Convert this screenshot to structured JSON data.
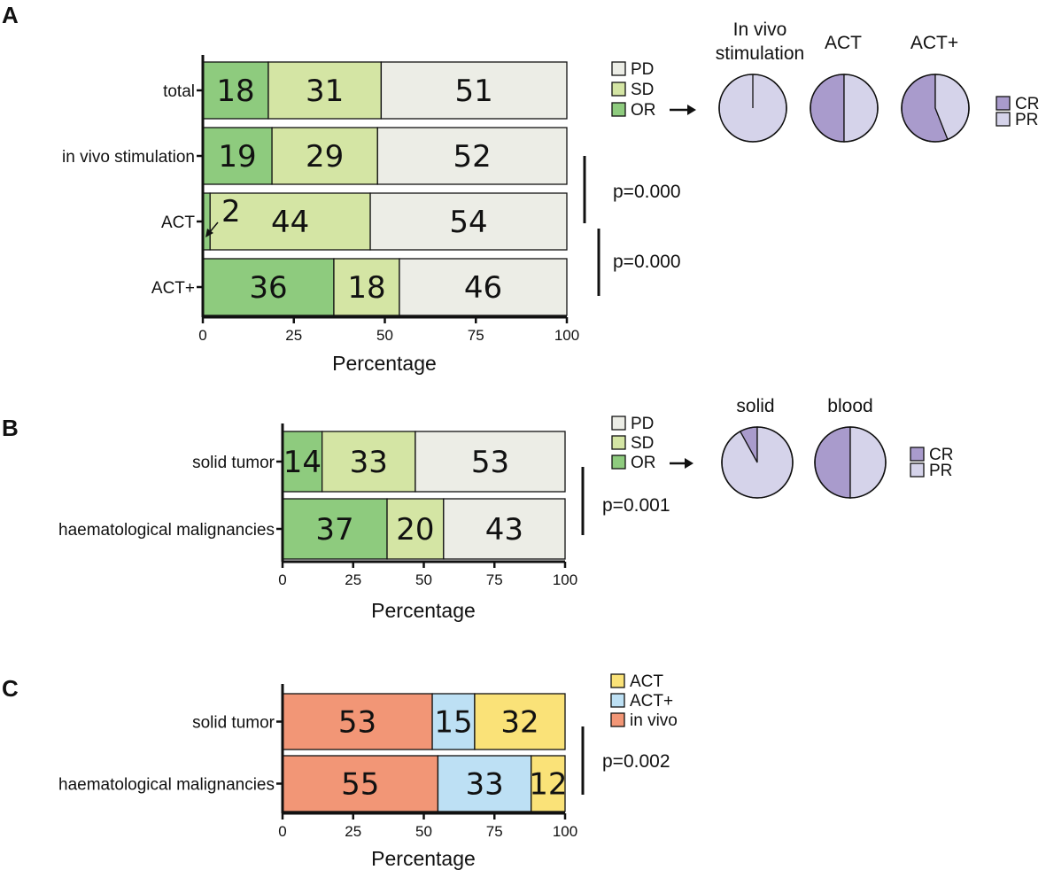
{
  "panels": {
    "A": {
      "letter": "A",
      "xlabel": "Percentage",
      "ticks": [
        "0",
        "25",
        "50",
        "75",
        "100"
      ],
      "pvalues": [
        "p=0.000",
        "p=0.000"
      ],
      "legend": [
        "PD",
        "SD",
        "OR"
      ],
      "pie_legend": [
        "CR",
        "PR"
      ],
      "pie_titles": [
        "In vivo",
        "stimulation",
        "ACT",
        "ACT+"
      ],
      "callout_value": "2"
    },
    "B": {
      "letter": "B",
      "xlabel": "Percentage",
      "ticks": [
        "0",
        "25",
        "50",
        "75",
        "100"
      ],
      "pvalues": [
        "p=0.001"
      ],
      "legend": [
        "PD",
        "SD",
        "OR"
      ],
      "pie_legend": [
        "CR",
        "PR"
      ],
      "pie_titles": [
        "solid",
        "blood"
      ]
    },
    "C": {
      "letter": "C",
      "xlabel": "Percentage",
      "ticks": [
        "0",
        "25",
        "50",
        "75",
        "100"
      ],
      "pvalues": [
        "p=0.002"
      ],
      "legend": [
        "ACT",
        "ACT+",
        "in vivo"
      ]
    }
  },
  "chart_data": [
    {
      "type": "bar",
      "orientation": "horizontal",
      "stacked": true,
      "panel": "A",
      "categories": [
        "total",
        "in vivo stimulation",
        "ACT",
        "ACT+"
      ],
      "series": [
        {
          "name": "OR",
          "values": [
            18,
            19,
            2,
            36
          ],
          "color": "#8ecb7e"
        },
        {
          "name": "SD",
          "values": [
            31,
            29,
            44,
            18
          ],
          "color": "#d4e5a4"
        },
        {
          "name": "PD",
          "values": [
            51,
            52,
            54,
            46
          ],
          "color": "#ecede6"
        }
      ],
      "xlabel": "Percentage",
      "xlim": [
        0,
        100
      ],
      "legend_position": "right"
    },
    {
      "type": "pie",
      "panel": "A",
      "pies": [
        {
          "title": "In vivo stimulation",
          "slices": [
            {
              "name": "CR",
              "value": 0
            },
            {
              "name": "PR",
              "value": 100
            }
          ]
        },
        {
          "title": "ACT",
          "slices": [
            {
              "name": "CR",
              "value": 50
            },
            {
              "name": "PR",
              "value": 50
            }
          ]
        },
        {
          "title": "ACT+",
          "slices": [
            {
              "name": "CR",
              "value": 56
            },
            {
              "name": "PR",
              "value": 44
            }
          ]
        }
      ],
      "colors": {
        "CR": "#a99bcc",
        "PR": "#d5d3ea"
      },
      "legend_position": "right"
    },
    {
      "type": "bar",
      "orientation": "horizontal",
      "stacked": true,
      "panel": "B",
      "categories": [
        "solid tumor",
        "haematological malignancies"
      ],
      "series": [
        {
          "name": "OR",
          "values": [
            14,
            37
          ],
          "color": "#8ecb7e"
        },
        {
          "name": "SD",
          "values": [
            33,
            20
          ],
          "color": "#d4e5a4"
        },
        {
          "name": "PD",
          "values": [
            53,
            43
          ],
          "color": "#ecede6"
        }
      ],
      "xlabel": "Percentage",
      "xlim": [
        0,
        100
      ],
      "legend_position": "right"
    },
    {
      "type": "pie",
      "panel": "B",
      "pies": [
        {
          "title": "solid",
          "slices": [
            {
              "name": "CR",
              "value": 8
            },
            {
              "name": "PR",
              "value": 92
            }
          ]
        },
        {
          "title": "blood",
          "slices": [
            {
              "name": "CR",
              "value": 50
            },
            {
              "name": "PR",
              "value": 50
            }
          ]
        }
      ],
      "colors": {
        "CR": "#a99bcc",
        "PR": "#d5d3ea"
      },
      "legend_position": "right"
    },
    {
      "type": "bar",
      "orientation": "horizontal",
      "stacked": true,
      "panel": "C",
      "categories": [
        "solid tumor",
        "haematological malignancies"
      ],
      "series": [
        {
          "name": "in vivo",
          "values": [
            53,
            55
          ],
          "color": "#f29676"
        },
        {
          "name": "ACT+",
          "values": [
            15,
            33
          ],
          "color": "#bde0f4"
        },
        {
          "name": "ACT",
          "values": [
            32,
            12
          ],
          "color": "#fae278"
        }
      ],
      "xlabel": "Percentage",
      "xlim": [
        0,
        100
      ],
      "legend_position": "right"
    }
  ]
}
